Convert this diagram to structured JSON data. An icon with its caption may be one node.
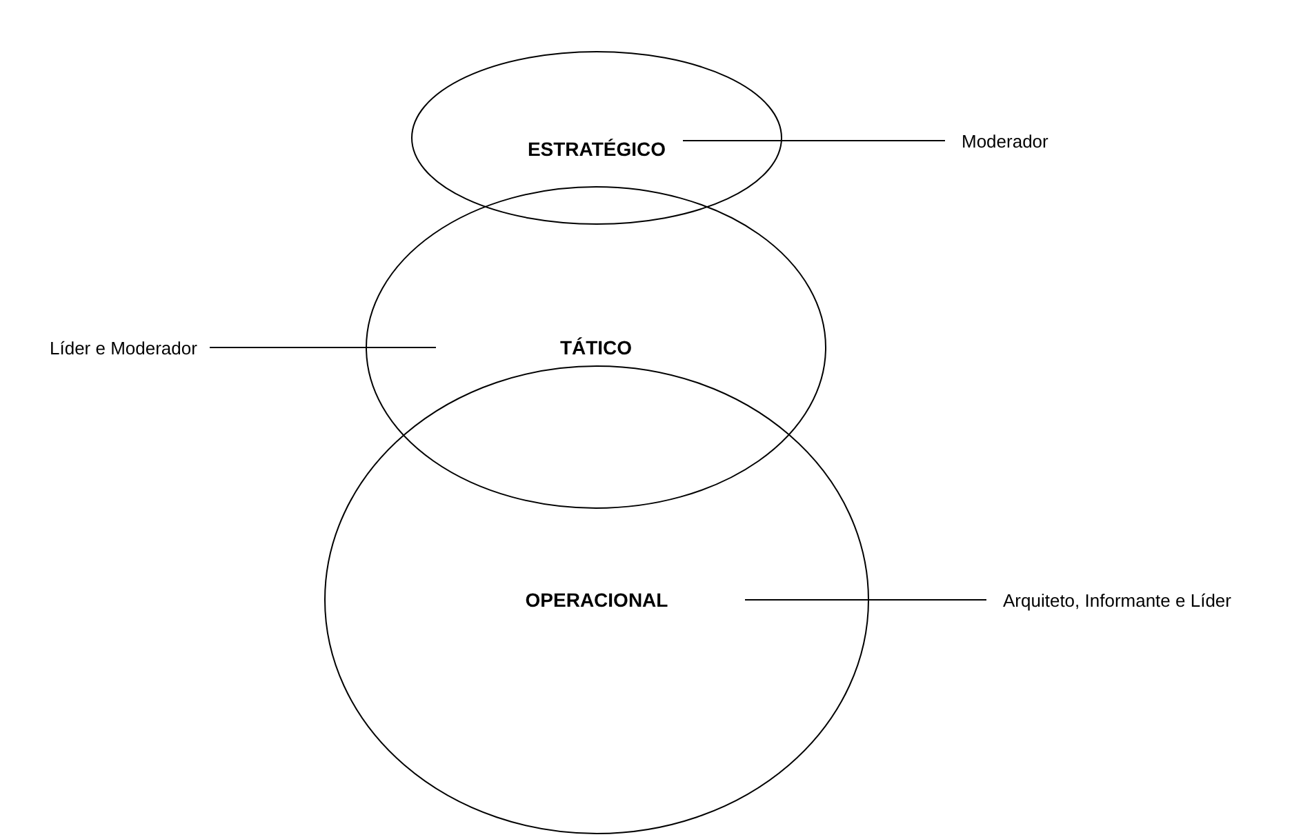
{
  "diagram": {
    "nodes": [
      {
        "text": [
          "ESTRATÉGICO"
        ]
      },
      {
        "text": [
          "TÁTICO"
        ]
      },
      {
        "text": [
          "OPERACIONAL"
        ]
      },
      {
        "text": [
          "Moderador"
        ]
      },
      {
        "text": [
          "Líder e Moderador"
        ]
      },
      {
        "text": [
          "Arquiteto, Informante e Líder"
        ]
      }
    ],
    "edges": [
      {
        "from": 3,
        "to": 0,
        "arrow": "none"
      },
      {
        "from": 4,
        "to": 1,
        "arrow": "none"
      },
      {
        "from": 5,
        "to": 2,
        "arrow": "none"
      }
    ]
  }
}
